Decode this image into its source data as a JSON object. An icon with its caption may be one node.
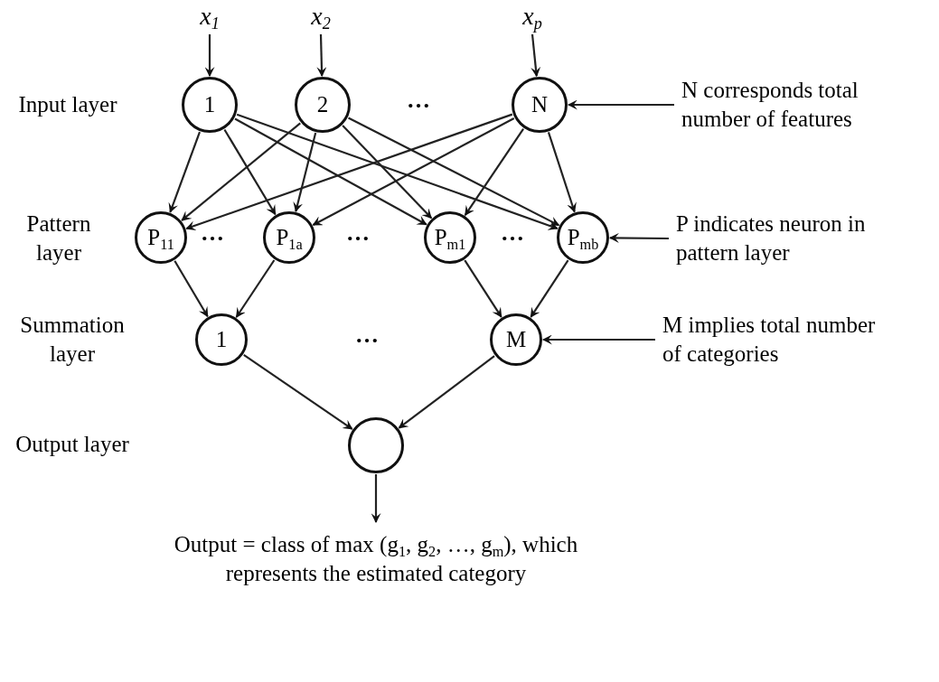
{
  "diagram": {
    "nodes": [
      {
        "text": [
          "x$_{1}$"
        ]
      },
      {
        "text": [
          "x$_{2}$"
        ]
      },
      {
        "text": [
          "x$_{p}$"
        ]
      },
      {
        "text": [
          "1"
        ]
      },
      {
        "text": [
          "2"
        ]
      },
      {
        "text": [
          "N"
        ]
      },
      {
        "text": [
          "P$_{11}$"
        ]
      },
      {
        "text": [
          "P$_{1a}$"
        ]
      },
      {
        "text": [
          "P$_{m1}$"
        ]
      },
      {
        "text": [
          "P$_{mb}$"
        ]
      },
      {
        "text": [
          "1"
        ]
      },
      {
        "text": [
          "M"
        ]
      },
      {
        "text": [],
        "shape": "circle"
      },
      {
        "text": [
          "Output = class of max (g$_{1}$, g$_{2}$, …, g$_{m}$), which represents the estimated category"
        ]
      },
      {
        "text": [
          "N corresponds total number of features"
        ]
      },
      {
        "text": [
          "P indicates neuron in pattern layer"
        ]
      },
      {
        "text": [
          "M implies total number of categories"
        ]
      }
    ],
    "edges": [
      {
        "from": 0,
        "to": 3,
        "arrow": "to"
      },
      {
        "from": 1,
        "to": 4,
        "arrow": "to"
      },
      {
        "from": 2,
        "to": 5,
        "arrow": "to"
      },
      {
        "from": 3,
        "to": 6,
        "arrow": "to"
      },
      {
        "from": 3,
        "to": 7,
        "arrow": "to"
      },
      {
        "from": 3,
        "to": 8,
        "arrow": "to"
      },
      {
        "from": 3,
        "to": 9,
        "arrow": "to"
      },
      {
        "from": 4,
        "to": 6,
        "arrow": "to"
      },
      {
        "from": 4,
        "to": 7,
        "arrow": "to"
      },
      {
        "from": 4,
        "to": 8,
        "arrow": "to"
      },
      {
        "from": 4,
        "to": 9,
        "arrow": "to"
      },
      {
        "from": 5,
        "to": 6,
        "arrow": "to"
      },
      {
        "from": 5,
        "to": 7,
        "arrow": "to"
      },
      {
        "from": 5,
        "to": 8,
        "arrow": "to"
      },
      {
        "from": 5,
        "to": 9,
        "arrow": "to"
      },
      {
        "from": 6,
        "to": 10,
        "arrow": "to"
      },
      {
        "from": 7,
        "to": 10,
        "arrow": "to"
      },
      {
        "from": 8,
        "to": 11,
        "arrow": "to"
      },
      {
        "from": 9,
        "to": 11,
        "arrow": "to"
      },
      {
        "from": 10,
        "to": 12,
        "arrow": "to"
      },
      {
        "from": 11,
        "to": 12,
        "arrow": "to"
      },
      {
        "from": 12,
        "to": 13,
        "arrow": "to"
      },
      {
        "from": 14,
        "to": 5,
        "arrow": "to"
      },
      {
        "from": 15,
        "to": 9,
        "arrow": "to"
      },
      {
        "from": 16,
        "to": 11,
        "arrow": "to"
      }
    ],
    "labels": [
      "Input layer",
      "…",
      "Pattern layer",
      "…",
      "…",
      "…",
      "Summation layer",
      "…",
      "Output layer"
    ]
  }
}
